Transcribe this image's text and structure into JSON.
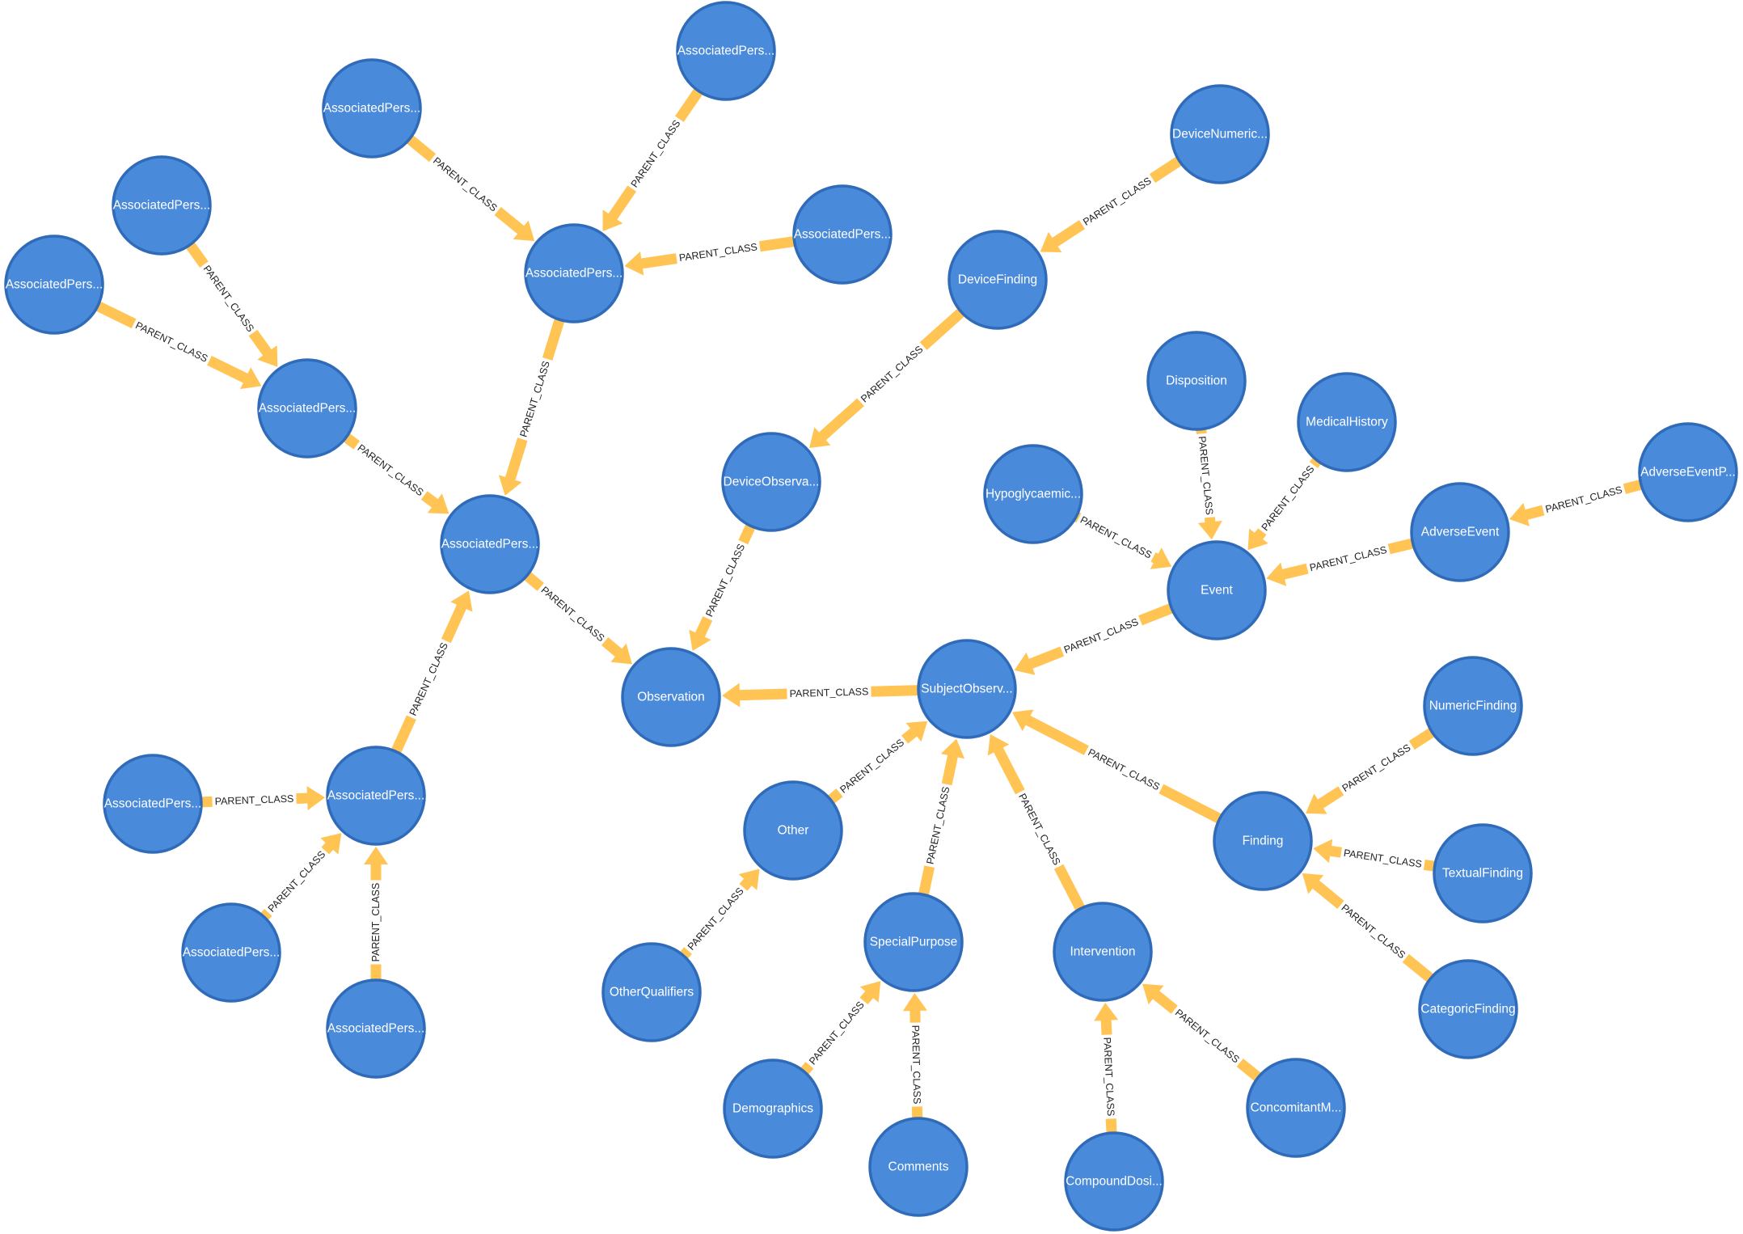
{
  "colors": {
    "node_fill": "#4A8ADB",
    "node_stroke": "#2F6BB8",
    "edge": "#FFC454",
    "node_text": "#FFFFFF",
    "edge_text": "#222222"
  },
  "nodes": [
    {
      "id": "n1",
      "label": "AssociatedPers..."
    },
    {
      "id": "n2",
      "label": "AssociatedPers..."
    },
    {
      "id": "n3",
      "label": "AssociatedPers..."
    },
    {
      "id": "n4",
      "label": "AssociatedPers..."
    },
    {
      "id": "n5",
      "label": "AssociatedPers..."
    },
    {
      "id": "n6",
      "label": "AssociatedPers..."
    },
    {
      "id": "n7",
      "label": "AssociatedPers..."
    },
    {
      "id": "n8",
      "label": "AssociatedPers..."
    },
    {
      "id": "n9",
      "label": "AssociatedPers..."
    },
    {
      "id": "n10",
      "label": "AssociatedPers..."
    },
    {
      "id": "n11",
      "label": "AssociatedPers..."
    },
    {
      "id": "n12",
      "label": "AssociatedPers..."
    },
    {
      "id": "dnum",
      "label": "DeviceNumeric..."
    },
    {
      "id": "dfind",
      "label": "DeviceFinding"
    },
    {
      "id": "dobs",
      "label": "DeviceObserva..."
    },
    {
      "id": "obs",
      "label": "Observation"
    },
    {
      "id": "subj",
      "label": "SubjectObserv..."
    },
    {
      "id": "disp",
      "label": "Disposition"
    },
    {
      "id": "medh",
      "label": "MedicalHistory"
    },
    {
      "id": "hypo",
      "label": "Hypoglycaemic..."
    },
    {
      "id": "event",
      "label": "Event"
    },
    {
      "id": "ae",
      "label": "AdverseEvent"
    },
    {
      "id": "aep",
      "label": "AdverseEventP..."
    },
    {
      "id": "numf",
      "label": "NumericFinding"
    },
    {
      "id": "finding",
      "label": "Finding"
    },
    {
      "id": "textf",
      "label": "TextualFinding"
    },
    {
      "id": "catf",
      "label": "CategoricFinding"
    },
    {
      "id": "other",
      "label": "Other"
    },
    {
      "id": "othq",
      "label": "OtherQualifiers"
    },
    {
      "id": "sp",
      "label": "SpecialPurpose"
    },
    {
      "id": "demo",
      "label": "Demographics"
    },
    {
      "id": "comm",
      "label": "Comments"
    },
    {
      "id": "interv",
      "label": "Intervention"
    },
    {
      "id": "cdose",
      "label": "CompoundDosi..."
    },
    {
      "id": "conm",
      "label": "ConcomitantM..."
    }
  ],
  "edges": [
    {
      "from": "n1",
      "to": "n3",
      "label": "PARENT_CLASS"
    },
    {
      "from": "n2",
      "to": "n3",
      "label": "PARENT_CLASS"
    },
    {
      "from": "n4",
      "to": "n3",
      "label": "PARENT_CLASS"
    },
    {
      "from": "n5",
      "to": "n7",
      "label": "PARENT_CLASS"
    },
    {
      "from": "n6",
      "to": "n7",
      "label": "PARENT_CLASS"
    },
    {
      "from": "n3",
      "to": "n8",
      "label": "PARENT_CLASS"
    },
    {
      "from": "n7",
      "to": "n8",
      "label": "PARENT_CLASS"
    },
    {
      "from": "n8",
      "to": "obs",
      "label": "PARENT_CLASS"
    },
    {
      "from": "n9",
      "to": "n8",
      "label": "PARENT_CLASS"
    },
    {
      "from": "n10",
      "to": "n9",
      "label": "PARENT_CLASS"
    },
    {
      "from": "n11",
      "to": "n9",
      "label": "PARENT_CLASS"
    },
    {
      "from": "n12",
      "to": "n9",
      "label": "PARENT_CLASS"
    },
    {
      "from": "dnum",
      "to": "dfind",
      "label": "PARENT_CLASS"
    },
    {
      "from": "dfind",
      "to": "dobs",
      "label": "PARENT_CLASS"
    },
    {
      "from": "dobs",
      "to": "obs",
      "label": "PARENT_CLASS"
    },
    {
      "from": "subj",
      "to": "obs",
      "label": "PARENT_CLASS"
    },
    {
      "from": "event",
      "to": "subj",
      "label": "PARENT_CLASS"
    },
    {
      "from": "disp",
      "to": "event",
      "label": "PARENT_CLASS"
    },
    {
      "from": "medh",
      "to": "event",
      "label": "PARENT_CLASS"
    },
    {
      "from": "hypo",
      "to": "event",
      "label": "PARENT_CLASS"
    },
    {
      "from": "ae",
      "to": "event",
      "label": "PARENT_CLASS"
    },
    {
      "from": "aep",
      "to": "ae",
      "label": "PARENT_CLASS"
    },
    {
      "from": "finding",
      "to": "subj",
      "label": "PARENT_CLASS"
    },
    {
      "from": "numf",
      "to": "finding",
      "label": "PARENT_CLASS"
    },
    {
      "from": "textf",
      "to": "finding",
      "label": "PARENT_CLASS"
    },
    {
      "from": "catf",
      "to": "finding",
      "label": "PARENT_CLASS"
    },
    {
      "from": "other",
      "to": "subj",
      "label": "PARENT_CLASS"
    },
    {
      "from": "othq",
      "to": "other",
      "label": "PARENT_CLASS"
    },
    {
      "from": "sp",
      "to": "subj",
      "label": "PARENT_CLASS"
    },
    {
      "from": "demo",
      "to": "sp",
      "label": "PARENT_CLASS"
    },
    {
      "from": "comm",
      "to": "sp",
      "label": "PARENT_CLASS"
    },
    {
      "from": "interv",
      "to": "subj",
      "label": "PARENT_CLASS"
    },
    {
      "from": "cdose",
      "to": "interv",
      "label": "PARENT_CLASS"
    },
    {
      "from": "conm",
      "to": "interv",
      "label": "PARENT_CLASS"
    }
  ]
}
